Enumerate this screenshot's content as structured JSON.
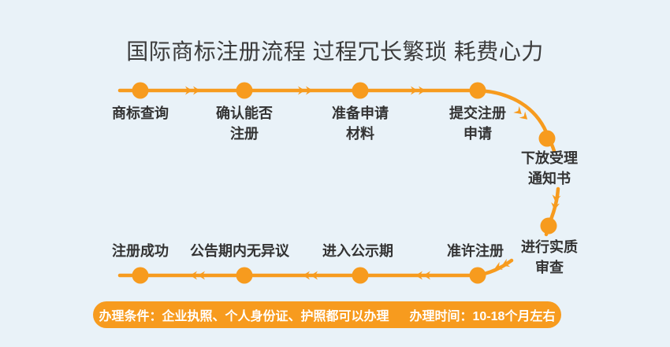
{
  "title": "国际商标注册流程 过程冗长繁琐 耗费心力",
  "colors": {
    "background": "#E9F2F8",
    "accent": "#F79B1E",
    "title_text": "#3B3B3B",
    "label_text": "#333333",
    "banner_text": "#FFFFFF"
  },
  "flow": {
    "nodes_top": [
      {
        "line1": "商标查询",
        "line2": ""
      },
      {
        "line1": "确认能否",
        "line2": "注册"
      },
      {
        "line1": "准备申请",
        "line2": "材料"
      },
      {
        "line1": "提交注册",
        "line2": "申请"
      }
    ],
    "nodes_right": [
      {
        "line1": "下放受理",
        "line2": "通知书"
      },
      {
        "line1": "进行实质",
        "line2": "审查"
      }
    ],
    "nodes_bottom": [
      {
        "line1": "准许注册"
      },
      {
        "line1": "进入公示期"
      },
      {
        "line1": "公告期内无异议"
      },
      {
        "line1": "注册成功"
      }
    ]
  },
  "banner": {
    "conditions": "办理条件：企业执照、个人身份证、护照都可以办理",
    "time": "办理时间：10-18个月左右"
  }
}
